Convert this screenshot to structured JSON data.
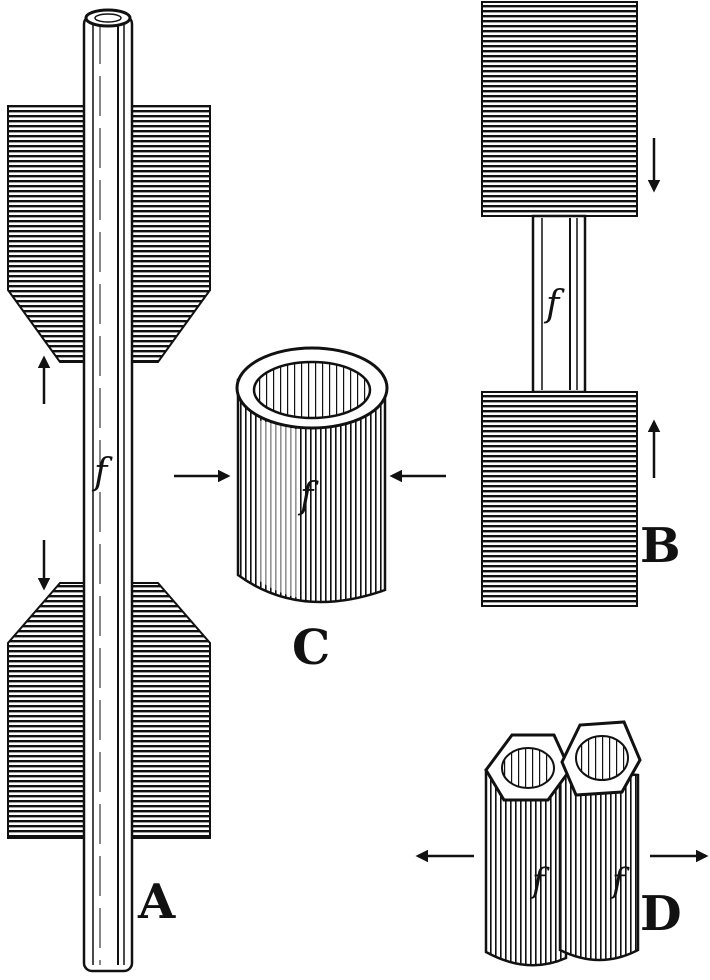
{
  "figures": [
    {
      "id": "A",
      "letter": "A",
      "fiber_label": "f"
    },
    {
      "id": "B",
      "letter": "B",
      "fiber_label": "f"
    },
    {
      "id": "C",
      "letter": "C",
      "fiber_label": "f"
    },
    {
      "id": "D",
      "letter": "D",
      "fiber_label_left": "f",
      "fiber_label_right": "f"
    }
  ],
  "colors": {
    "ink": "#111111",
    "paper": "#ffffff"
  }
}
